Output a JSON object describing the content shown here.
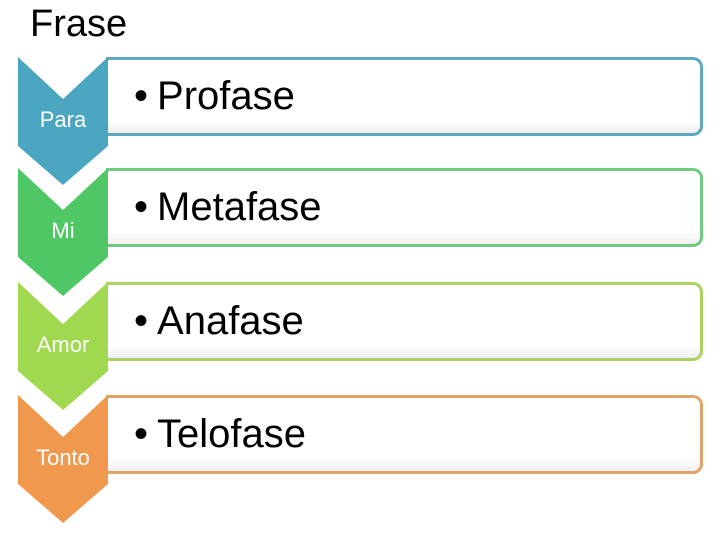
{
  "slide": {
    "title": "Frase",
    "title_color": "#000000",
    "background_color": "#ffffff"
  },
  "list": {
    "item_text_color": "#000000",
    "arrow_label_color": "#ffffff",
    "rows": [
      {
        "arrow_label": "Para",
        "bullet": "•",
        "item_text": "Profase",
        "arrow_color": "#4BA6C1",
        "bar_border_color": "#60A9BD"
      },
      {
        "arrow_label": "Mi",
        "bullet": "•",
        "item_text": "Metafase",
        "arrow_color": "#50C765",
        "bar_border_color": "#6FCA80"
      },
      {
        "arrow_label": "Amor",
        "bullet": "•",
        "item_text": "Anafase",
        "arrow_color": "#A0D850",
        "bar_border_color": "#AAD362"
      },
      {
        "arrow_label": "Tonto",
        "bullet": "•",
        "item_text": "Telofase",
        "arrow_color": "#F0994E",
        "bar_border_color": "#E2A368"
      }
    ]
  }
}
